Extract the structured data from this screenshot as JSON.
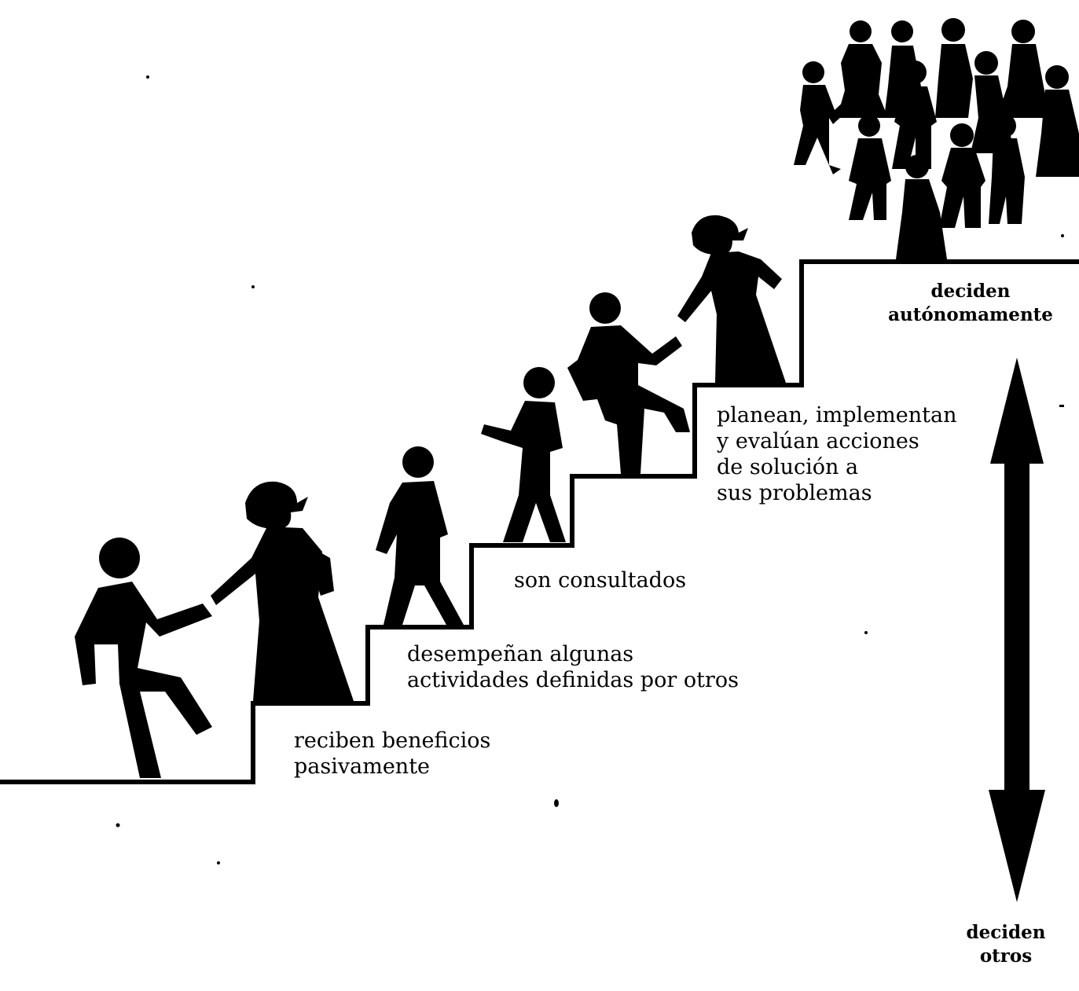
{
  "steps": [
    {
      "lines": [
        "reciben beneficios",
        "pasivamente"
      ]
    },
    {
      "lines": [
        "desempeñan algunas",
        "actividades definidas  por otros"
      ]
    },
    {
      "lines": [
        "son consultados"
      ]
    },
    {
      "lines": [
        "planean, implementan",
        "y evalúan acciones",
        "de solución a",
        "sus problemas"
      ]
    }
  ],
  "top_label": {
    "lines": [
      "deciden",
      "autónomamente"
    ]
  },
  "bottom_label": {
    "lines": [
      "deciden",
      "otros"
    ]
  },
  "colors": {
    "ink": "#000000",
    "background": "#ffffff"
  }
}
